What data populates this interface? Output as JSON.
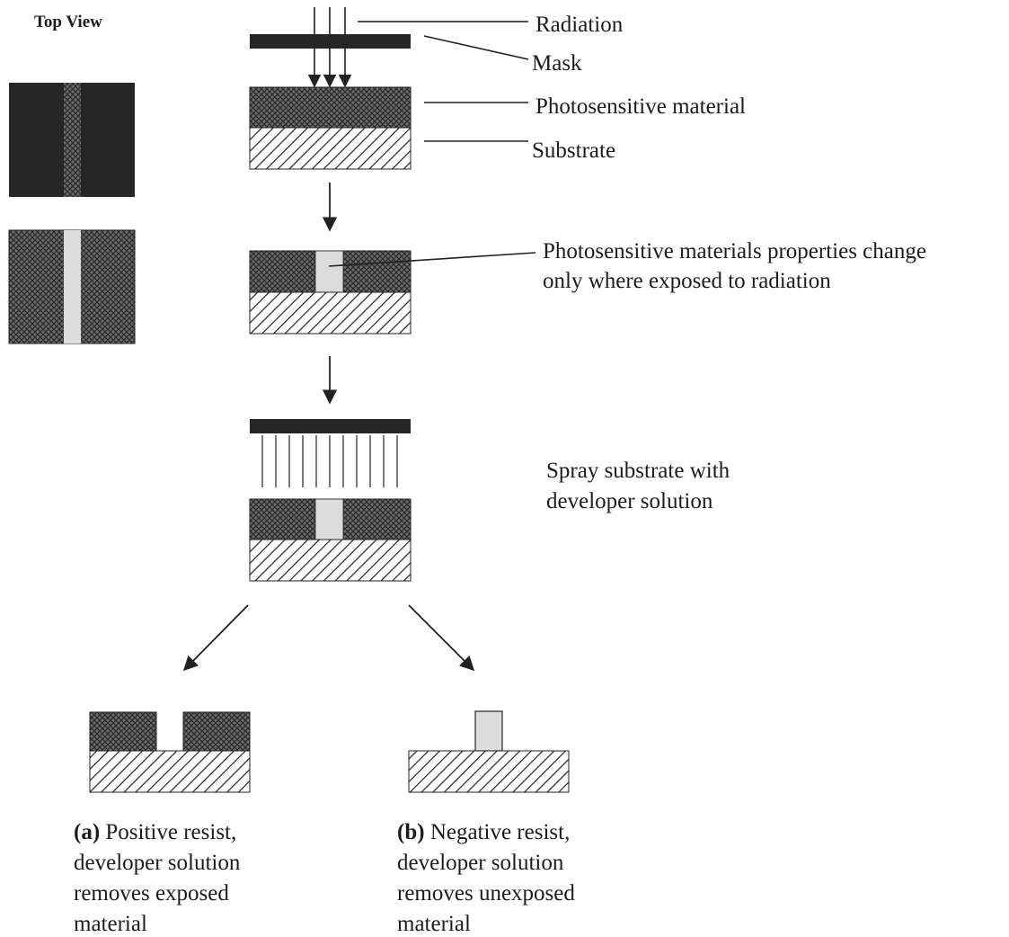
{
  "top_view_label": "Top View",
  "labels": {
    "radiation": "Radiation",
    "mask": "Mask",
    "photosensitive_material": "Photosensitive material",
    "substrate": "Substrate",
    "property_change_line1": "Photosensitive materials properties change",
    "property_change_line2": "only where exposed to radiation",
    "spray_line1": "Spray substrate with",
    "spray_line2": "developer solution"
  },
  "outcomes": {
    "positive": {
      "tag": "(a)",
      "line1": "Positive resist,",
      "line2": "developer solution",
      "line3": "removes exposed",
      "line4": "material"
    },
    "negative": {
      "tag": "(b)",
      "line1": "Negative resist,",
      "line2": "developer solution",
      "line3": "removes unexposed",
      "line4": "material"
    }
  },
  "colors": {
    "ink": "#222222",
    "mask": "#262626",
    "exposed_region": "#dcdcdc"
  }
}
